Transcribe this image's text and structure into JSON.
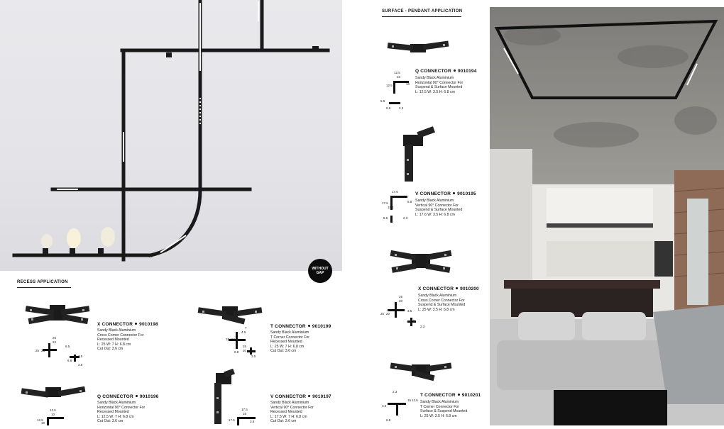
{
  "badge": {
    "line1": "WITHOUT",
    "line2": "GAP"
  },
  "recess": {
    "title": "RECESS APPLICATION",
    "products": [
      {
        "name": "X CONNECTOR",
        "code": "9010198",
        "desc": [
          "Sandy Black Aluminium",
          "Cross Corner Connector For",
          "Recessed Mounted",
          "L: 25 W: 7 H: 6.8 cm",
          "Cut Out: 3.6 cm"
        ],
        "dims": [
          "25",
          "23",
          "25",
          "23",
          "6.5",
          "3.5",
          "2.5",
          "6.8"
        ]
      },
      {
        "name": "T CONNECTOR",
        "code": "9010199",
        "desc": [
          "Sandy Black Aluminium",
          "T Corner Connector For",
          "Recessed Mounted",
          "L: 25 W: 7 H: 6.8 cm",
          "Cut Out: 3.6 cm"
        ],
        "dims": [
          "7",
          "4.5",
          "15.1",
          "16.6",
          "25",
          "20",
          "3.5",
          "6.8"
        ]
      },
      {
        "name": "Q CONNECTOR",
        "code": "9010196",
        "desc": [
          "Sandy Black Aluminium",
          "Horizontal 90° Connector For",
          "Recessed Mounted",
          "L: 12.5 W: 7 H: 6.8 cm",
          "Cut Out: 3.6 cm"
        ],
        "dims": [
          "12.5",
          "10",
          "12.5",
          "10"
        ]
      },
      {
        "name": "V CONNECTOR",
        "code": "9010197",
        "desc": [
          "Sandy Black Aluminium",
          "Vertical 90° Connector For",
          "Recessed Mounted",
          "L: 17.5 W: 7 H: 6.8 cm",
          "Cut Out: 3.6 cm"
        ],
        "dims": [
          "17.5",
          "15",
          "17.5",
          "3.5"
        ]
      }
    ]
  },
  "surface": {
    "title": "SURFACE - PENDANT APPLICATION",
    "products": [
      {
        "name": "Q CONNECTOR",
        "code": "9010194",
        "desc": [
          "Sandy Black Aluminium",
          "Horizontal 90° Connector For",
          "Suspend & Surface Mounted",
          "L: 12.5 W: 3.5 H: 6.8 cm"
        ],
        "dims": [
          "12.5",
          "10",
          "12.5",
          "10",
          "5.5",
          "9.6",
          "2.3"
        ]
      },
      {
        "name": "V CONNECTOR",
        "code": "9010195",
        "desc": [
          "Sandy Black Aluminium",
          "Vertical 90° Connector For",
          "Suspend & Surface Mounted",
          "L: 17.6 W: 3.5 H: 6.8 cm"
        ],
        "dims": [
          "17.6",
          "15.1",
          "17.6",
          "15.1",
          "6.8",
          "5.5",
          "2.3"
        ]
      },
      {
        "name": "X CONNECTOR",
        "code": "9010200",
        "desc": [
          "Sandy Black Aluminium",
          "Cross Corner Connector For",
          "Suspend & Surface Mounted",
          "L: 25 W: 3.5 H: 6.8 cm"
        ],
        "dims": [
          "25",
          "20",
          "25",
          "20",
          "3.5",
          "6.8",
          "2.3"
        ]
      },
      {
        "name": "T CONNECTOR",
        "code": "9010201",
        "desc": [
          "Sandy Black Aluminium",
          "T Corner Connector For",
          "Surface & Suspend Mounted",
          "L: 25 W: 3.5 H: 6.8 cm"
        ],
        "dims": [
          "2.3",
          "15",
          "12.5",
          "3.5",
          "6.8"
        ]
      }
    ]
  }
}
